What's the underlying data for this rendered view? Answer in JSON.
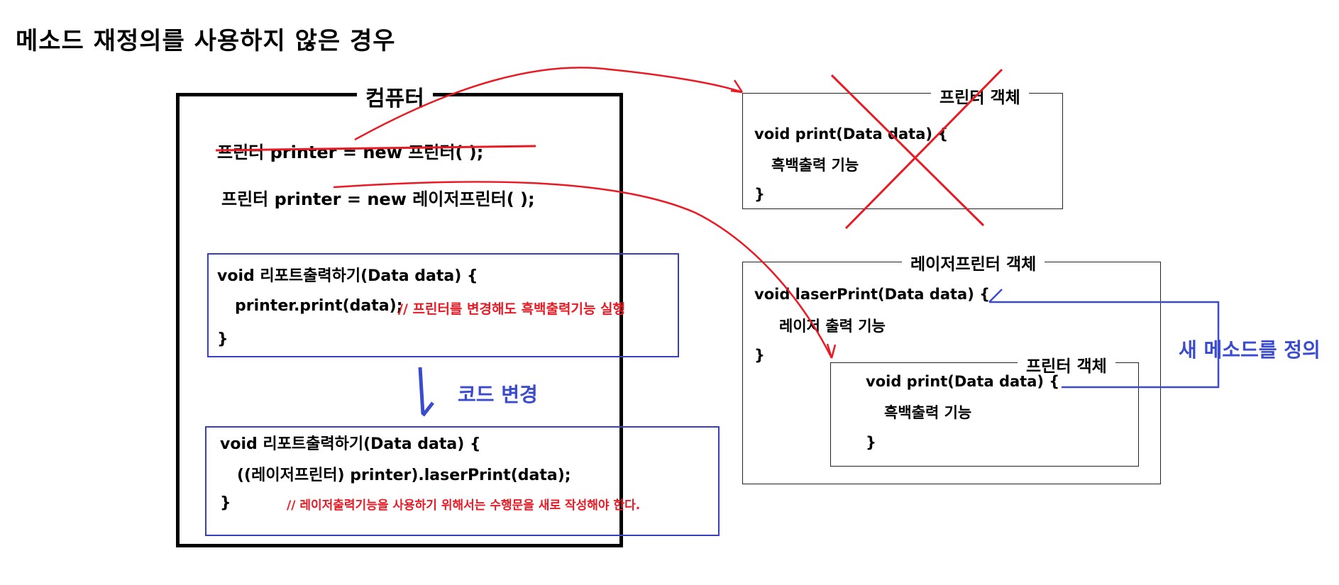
{
  "title": "메소드 재정의를 사용하지 않은 경우",
  "computer": {
    "label": "컴퓨터",
    "line_old": "프린터  printer = new 프린터( );",
    "line_new": "프린터 printer = new 레이저프린터( );",
    "block1": {
      "sig": "void 리포트출력하기(Data data) {",
      "call": "printer.print(data);",
      "comment": "// 프린터를 변경해도 흑백출력기능 실행",
      "close": "}"
    },
    "change_label": "코드 변경",
    "block2": {
      "sig": "void 리포트출력하기(Data data) {",
      "call": "((레이저프린터) printer).laserPrint(data);",
      "close": "}",
      "comment": "// 레이저출력기능을 사용하기 위해서는 수행문을 새로 작성해야 한다."
    }
  },
  "printer_object": {
    "label": "프린터 객체",
    "sig": "void print(Data data) {",
    "body": "흑백출력 기능",
    "close": "}"
  },
  "laser_object": {
    "label": "레이저프린터 객체",
    "sig": "void laserPrint(Data data) {",
    "body": "레이저 출력 기능",
    "close": "}",
    "inner": {
      "label": "프린터 객체",
      "sig": "void print(Data data) {",
      "body": "흑백출력 기능",
      "close": "}"
    }
  },
  "new_method_label": "새 메소드를 정의",
  "colors": {
    "red": "#ea1a24",
    "blue": "#3a4bcf",
    "black": "#000000"
  }
}
